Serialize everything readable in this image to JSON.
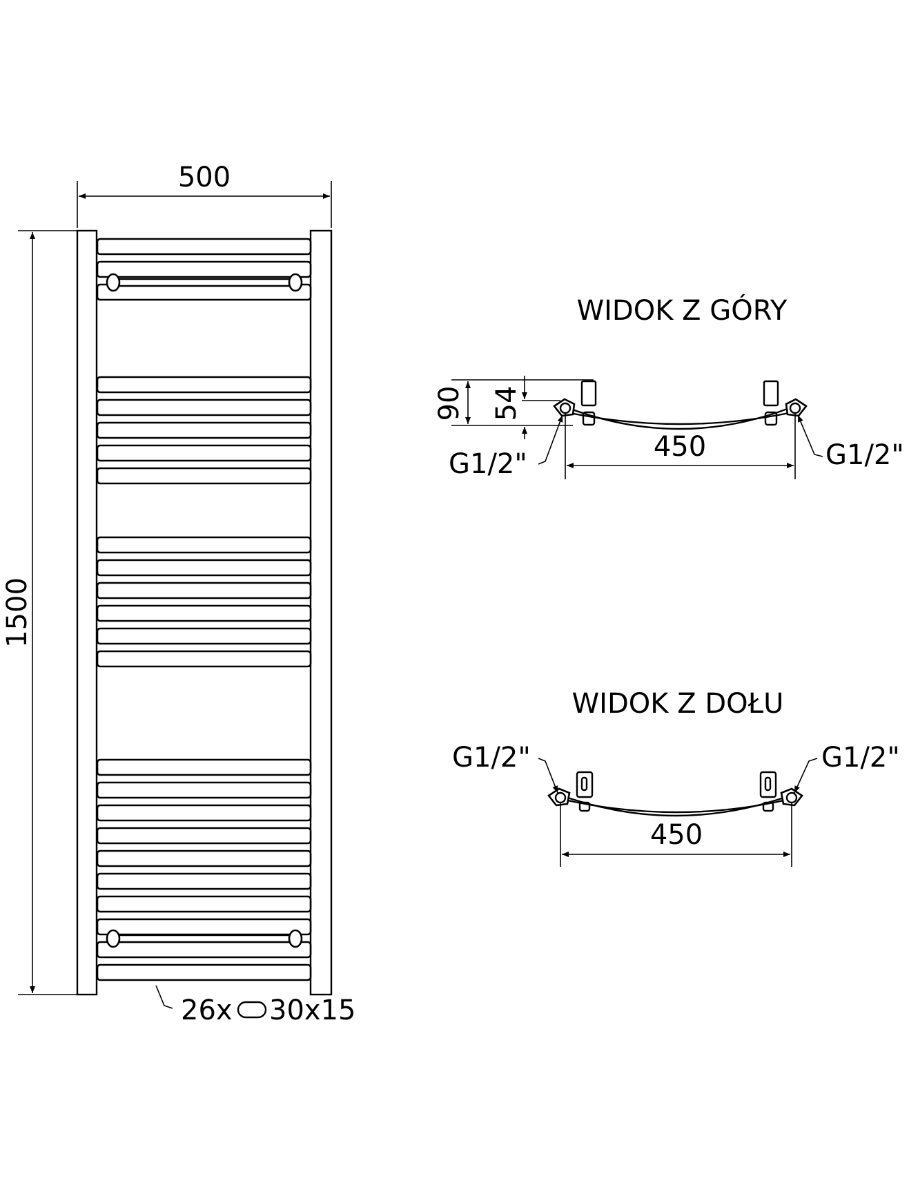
{
  "front_view": {
    "width_label": "500",
    "height_label": "1500",
    "tube_count_prefix": "26x",
    "tube_size": "30x15",
    "rail_groups": [
      3,
      5,
      6,
      10
    ]
  },
  "top_view": {
    "title": "WIDOK Z GÓRY",
    "depth_outer": "90",
    "depth_inner": "54",
    "spacing": "450",
    "connection_left": "G1/2\"",
    "connection_right": "G1/2\""
  },
  "bottom_view": {
    "title": "WIDOK Z DOŁU",
    "spacing": "450",
    "connection_left": "G1/2\"",
    "connection_right": "G1/2\""
  },
  "colors": {
    "line": "#000000",
    "background": "#ffffff"
  }
}
